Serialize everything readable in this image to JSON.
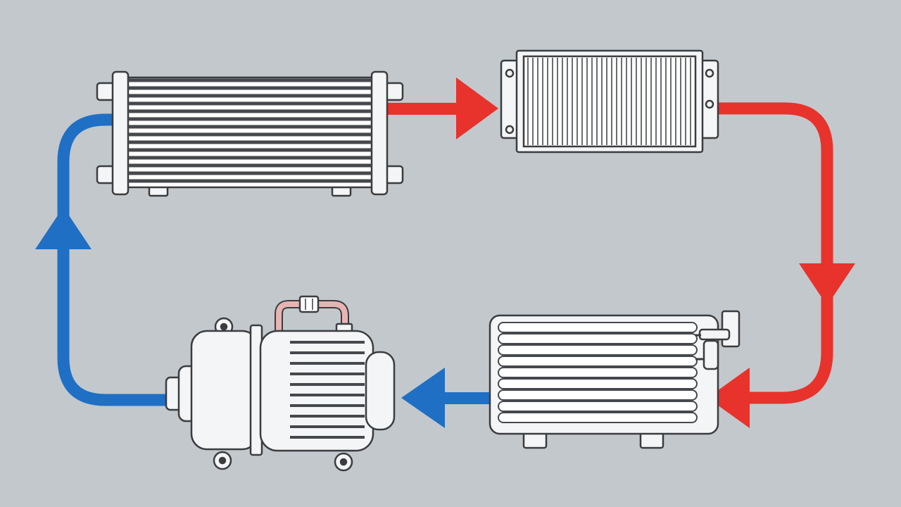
{
  "diagram": {
    "background": "#c3c8cd",
    "colors": {
      "hot_line": "#e8322c",
      "cold_line": "#1f6fc4",
      "component_fill": "#f4f5f6",
      "component_stroke": "#3a3d40",
      "fin": "#45484c",
      "pipe": "#e7b4b4"
    },
    "components": [
      {
        "id": "top-left-heat-exchanger",
        "icon": "finned-heat-exchanger-icon"
      },
      {
        "id": "top-right-heat-exchanger",
        "icon": "vertical-fin-radiator-icon"
      },
      {
        "id": "bottom-right-coil-unit",
        "icon": "coil-evaporator-icon"
      },
      {
        "id": "bottom-left-compressor",
        "icon": "compressor-motor-icon"
      }
    ],
    "flows": [
      {
        "id": "flow-1",
        "from": "top-left-heat-exchanger",
        "to": "top-right-heat-exchanger",
        "color": "hot_line",
        "direction": "right"
      },
      {
        "id": "flow-2",
        "from": "top-right-heat-exchanger",
        "to": "bottom-right-coil-unit",
        "color": "hot_line",
        "direction": "down-then-left"
      },
      {
        "id": "flow-3",
        "from": "bottom-right-coil-unit",
        "to": "bottom-left-compressor",
        "color": "cold_line",
        "direction": "left"
      },
      {
        "id": "flow-4",
        "from": "bottom-left-compressor",
        "to": "top-left-heat-exchanger",
        "color": "cold_line",
        "direction": "up"
      }
    ]
  }
}
